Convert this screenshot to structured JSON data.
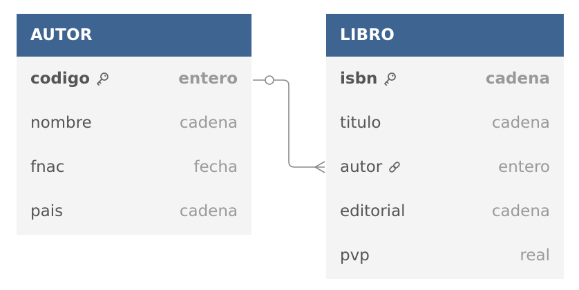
{
  "tables": [
    {
      "name": "AUTOR",
      "columns": [
        {
          "name": "codigo",
          "type": "entero",
          "key": "primary",
          "icon": "key-icon"
        },
        {
          "name": "nombre",
          "type": "cadena"
        },
        {
          "name": "fnac",
          "type": "fecha"
        },
        {
          "name": "pais",
          "type": "cadena"
        }
      ]
    },
    {
      "name": "LIBRO",
      "columns": [
        {
          "name": "isbn",
          "type": "cadena",
          "key": "primary",
          "icon": "key-icon"
        },
        {
          "name": "titulo",
          "type": "cadena"
        },
        {
          "name": "autor",
          "type": "entero",
          "key": "foreign",
          "icon": "link-icon"
        },
        {
          "name": "editorial",
          "type": "cadena"
        },
        {
          "name": "pvp",
          "type": "real"
        }
      ]
    }
  ],
  "relationships": [
    {
      "from": "AUTOR.codigo",
      "to": "LIBRO.autor",
      "from_cardinality": "zero-or-one",
      "to_cardinality": "many"
    }
  ],
  "colors": {
    "header": "#3e6591",
    "header_text": "#ffffff",
    "table_bg": "#f4f4f4",
    "column_name": "#555555",
    "column_type": "#9a9a9a",
    "connector": "#8a8a8a"
  }
}
